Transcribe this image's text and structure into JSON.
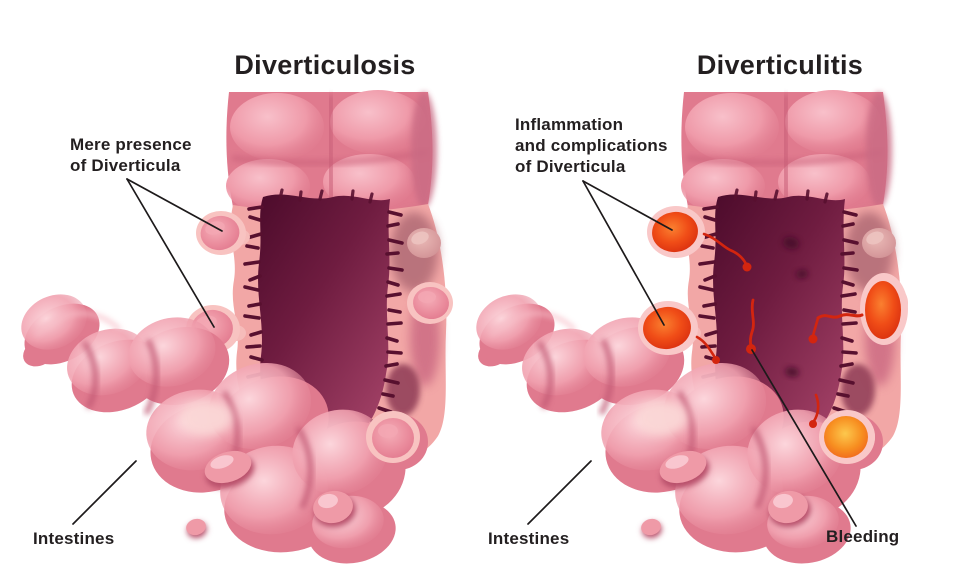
{
  "figure": {
    "background_color": "#ffffff",
    "text_color": "#231f20",
    "panels": {
      "left": {
        "title": "Diverticulosis",
        "annotation": "Mere presence\nof Diverticula",
        "intestines": "Intestines"
      },
      "right": {
        "title": "Diverticulitis",
        "annotation": "Inflammation\nand complications\nof Diverticula",
        "intestines": "Intestines",
        "bleeding": "Bleeding"
      }
    },
    "colors": {
      "intestine_pink": "#e07a8e",
      "highlight_pink": "#f6b3be",
      "wall_salmon": "#f2a7a6",
      "diverticulum_rim": "#f8c3c1",
      "lumen_dark": "#4c0b2b",
      "lumen_light": "#a24166",
      "inflamed_red": "#e83812",
      "inflamed_orange": "#f78e20",
      "blood_red": "#d3250f",
      "leader_line": "#1d1a1b"
    }
  }
}
